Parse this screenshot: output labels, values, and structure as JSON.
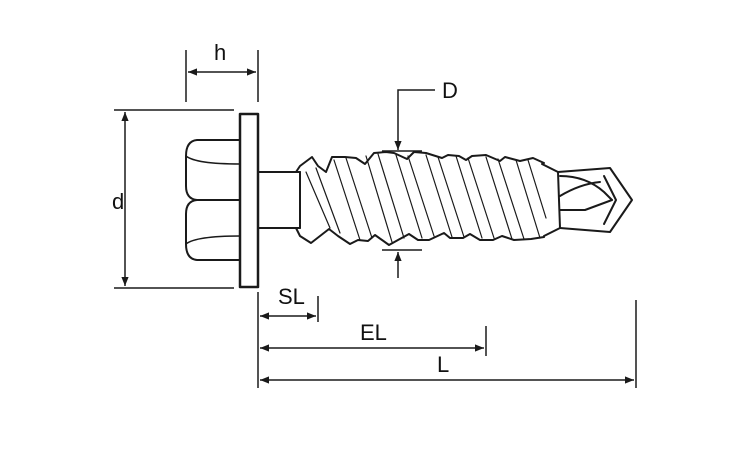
{
  "labels": {
    "h": "h",
    "d": "d",
    "D": "D",
    "SL": "SL",
    "EL": "EL",
    "L": "L"
  },
  "colors": {
    "stroke": "#1a1a1a",
    "background": "#ffffff"
  }
}
